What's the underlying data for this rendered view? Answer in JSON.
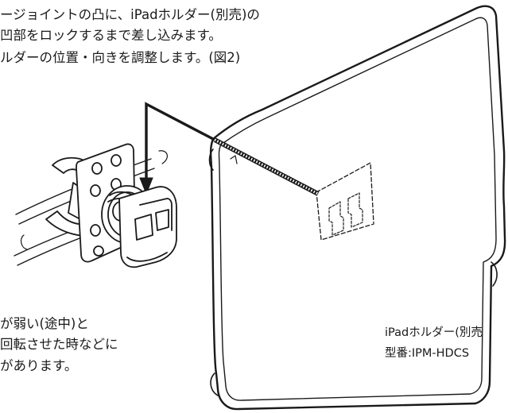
{
  "instructions": {
    "line1": "ージョイントの凸に、iPadホルダー(別売)の",
    "line2": "凹部をロックするまで差し込みます。",
    "line3": "ルダーの位置・向きを調整します。(図2)"
  },
  "note": {
    "line1": "が弱い(途中)と",
    "line2": "回転させた時などに",
    "line3": "があります。"
  },
  "caption": {
    "product": "iPadホルダー(別売",
    "model": "型番:IPM-HDCS"
  },
  "illustration": {
    "subjects": [
      "clip-mount-with-ball-joint",
      "ipad-holder-case",
      "insertion-arrow"
    ]
  }
}
